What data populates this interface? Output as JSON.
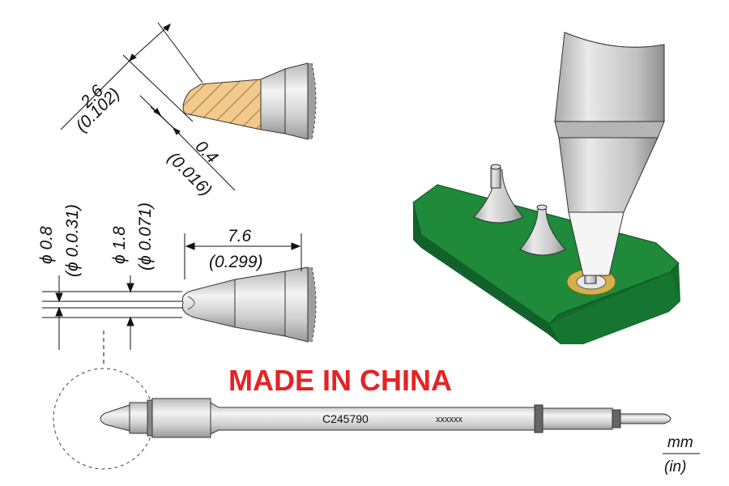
{
  "dimensions": {
    "length_mm": "2.6",
    "length_in": "(0.102)",
    "thickness_mm": "0.4",
    "thickness_in": "(0.016)",
    "d1_mm": "ϕ 0.8",
    "d1_in": "(ϕ 0.0.31)",
    "d2_mm": "ϕ 1.8",
    "d2_in": "(ϕ 0.071)",
    "reach_mm": "7.6",
    "reach_in": "(0.299)"
  },
  "cartridge": {
    "part_number": "C245790",
    "lot_code": "xxxxxx"
  },
  "banner": "MADE IN CHINA",
  "units": {
    "top": "mm",
    "bottom": "(in)"
  },
  "colors": {
    "pcb": "#1e8a3a",
    "pcb_edge": "#146a2a",
    "tip_face": "#f2c98a",
    "steel": "#c8c8c8",
    "banner": "#e42424"
  }
}
